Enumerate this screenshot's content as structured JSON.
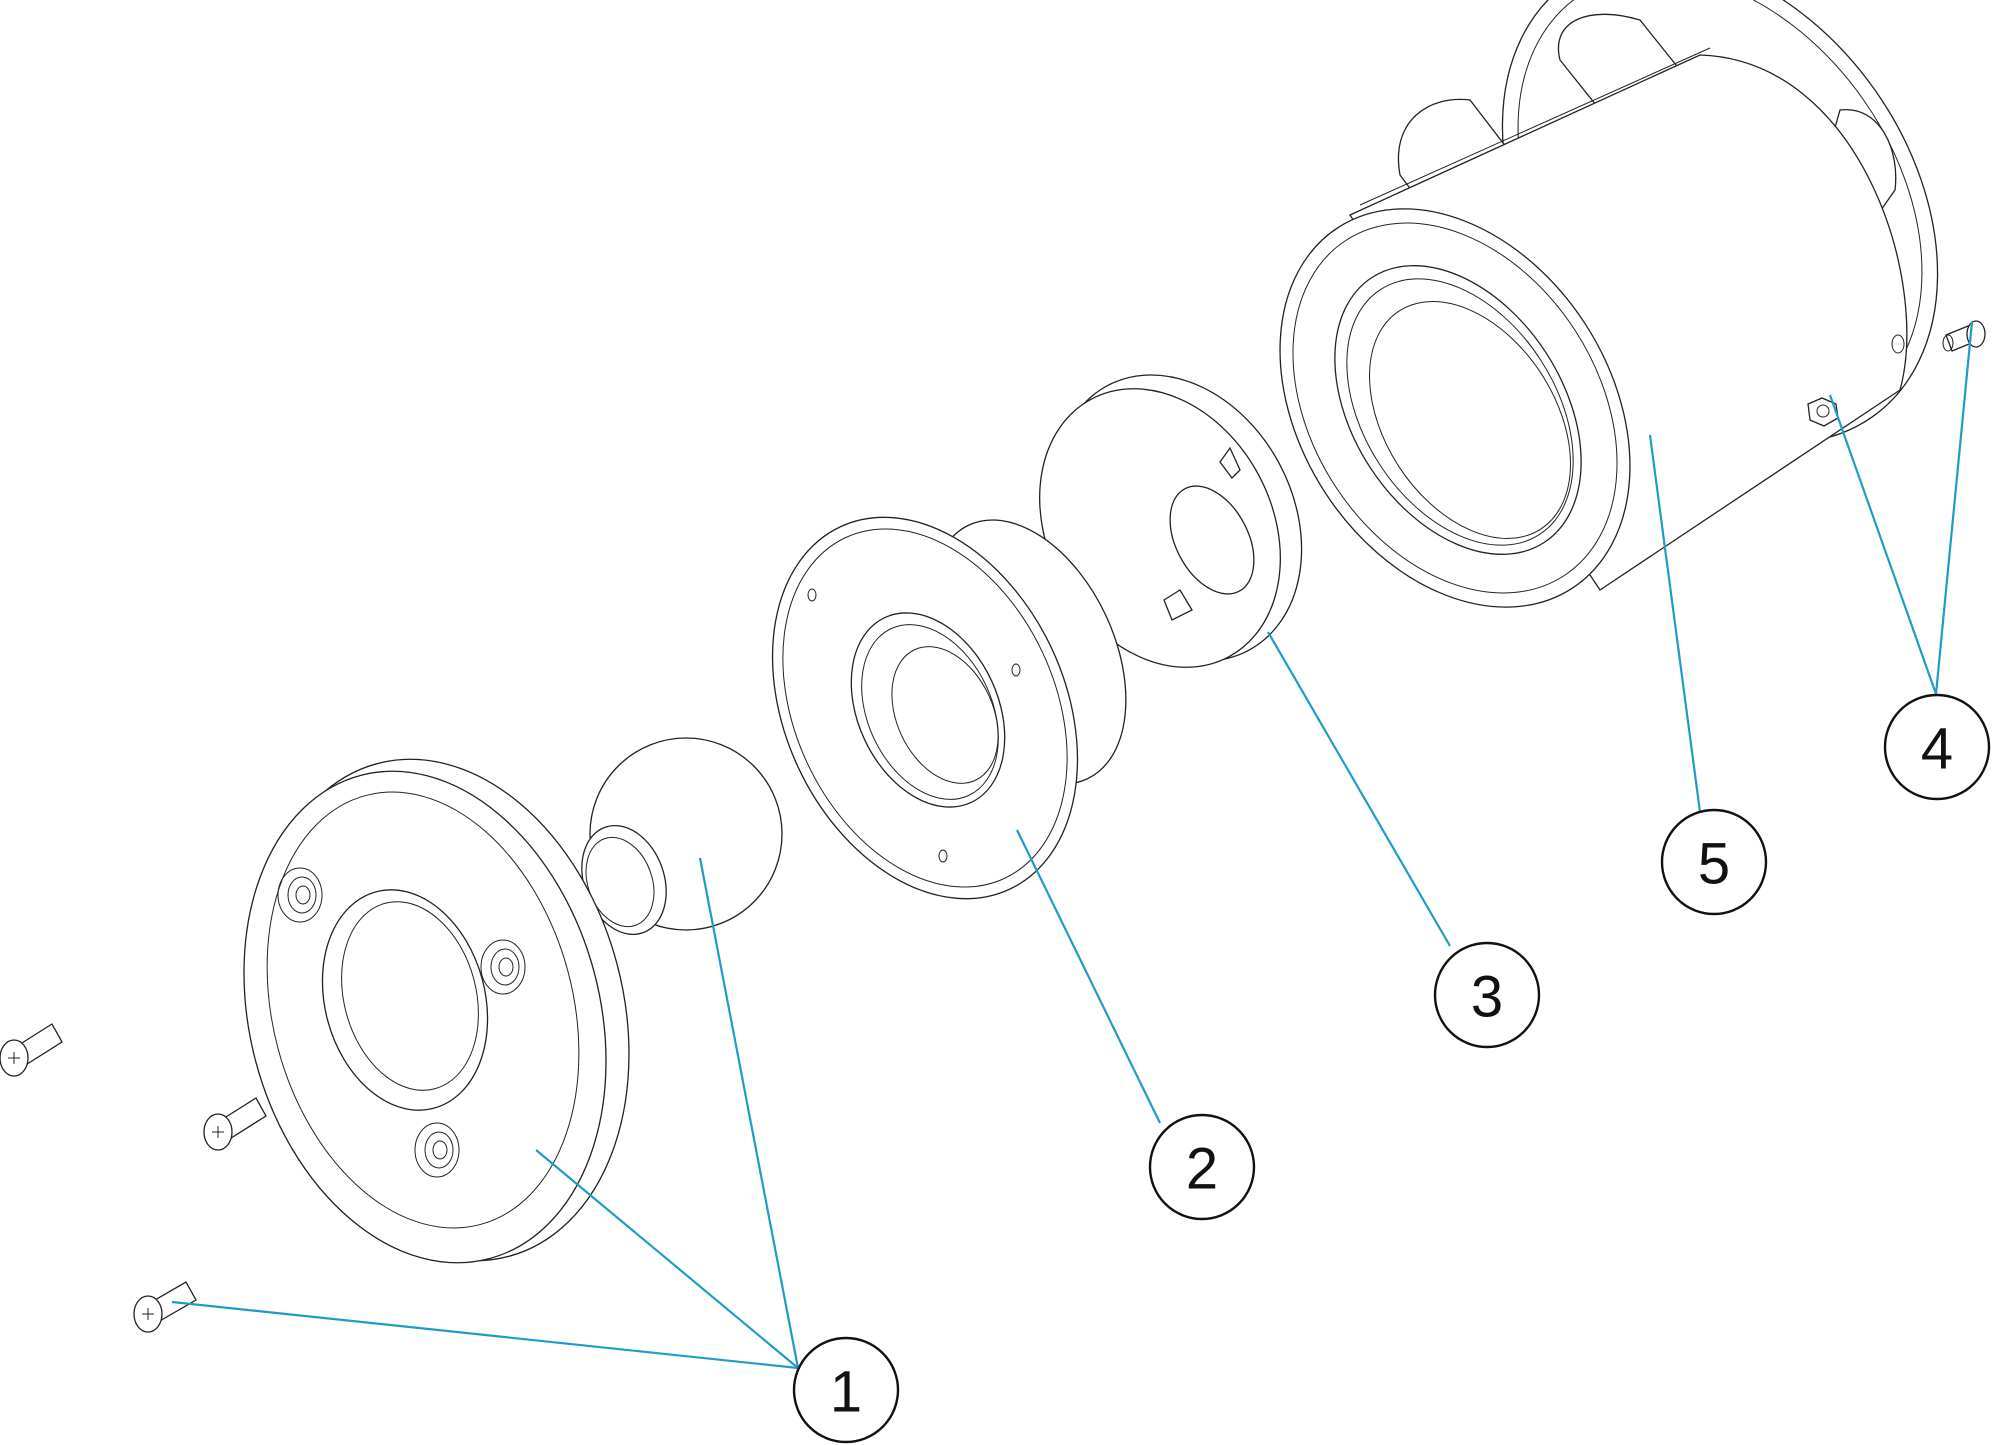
{
  "diagram": {
    "type": "exploded-assembly-drawing",
    "line_color": "#222222",
    "leader_color": "#1f9bc8",
    "callouts": [
      {
        "id": "1",
        "label": "1"
      },
      {
        "id": "2",
        "label": "2"
      },
      {
        "id": "3",
        "label": "3"
      },
      {
        "id": "4",
        "label": "4"
      },
      {
        "id": "5",
        "label": "5"
      }
    ]
  }
}
